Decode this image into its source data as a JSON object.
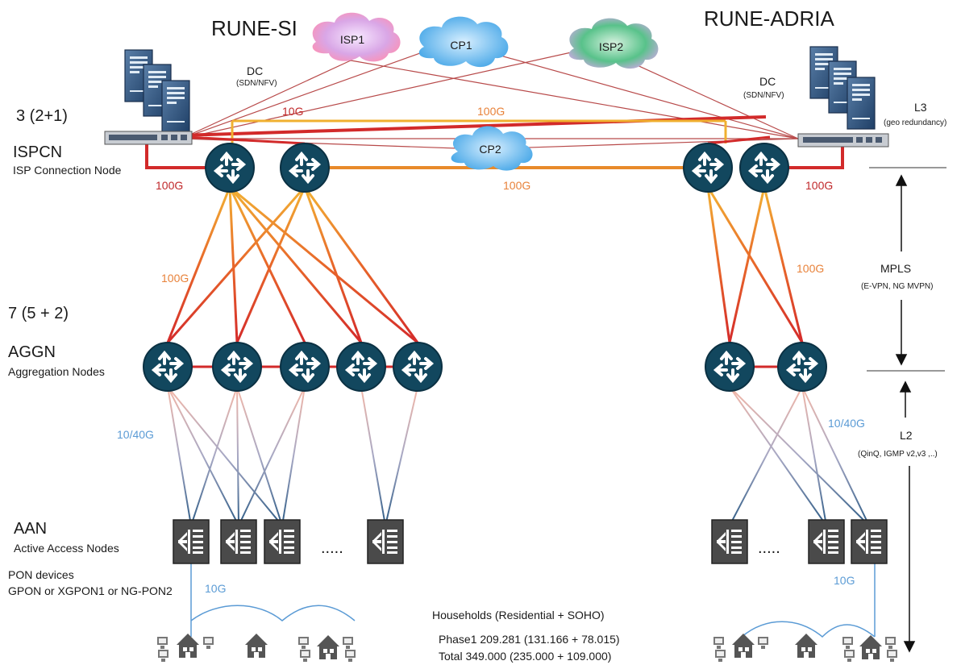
{
  "regions": {
    "left": "RUNE-SI",
    "right": "RUNE-ADRIA"
  },
  "clouds": {
    "isp1": "ISP1",
    "cp1": "CP1",
    "isp2": "ISP2",
    "cp2": "CP2"
  },
  "dc": {
    "left_title": "DC",
    "left_sub": "(SDN/NFV)",
    "right_title": "DC",
    "right_sub": "(SDN/NFV)"
  },
  "ispcn": {
    "count": "3 (2+1)",
    "name": "ISPCN",
    "desc": "ISP Connection Node"
  },
  "aggn": {
    "count": "7  (5 + 2)",
    "name": "AGGN",
    "desc": "Aggregation Nodes"
  },
  "aan": {
    "name": "AAN",
    "desc": "Active Access Nodes",
    "dots_left": ".....",
    "dots_right": "....."
  },
  "pon": {
    "line1": "PON devices",
    "line2": "GPON or XGPON1 or NG-PON2"
  },
  "links": {
    "l10g": "10G",
    "l100g_top": "100G",
    "l100g_left": "100G",
    "l100g_mid": "100G",
    "l100g_right": "100G",
    "agg_left": "100G",
    "agg_right": "100G",
    "access_left": "10/40G",
    "access_right": "10/40G",
    "pon_left": "10G",
    "pon_right": "10G"
  },
  "layers": {
    "l3": "L3",
    "l3_sub": "(geo redundancy)",
    "mpls": "MPLS",
    "mpls_sub": "(E-VPN, NG MVPN)",
    "l2": "L2",
    "l2_sub": "(QinQ, IGMP v2,v3 ,..)"
  },
  "households": {
    "title": "Households (Residential + SOHO)",
    "phase1": "Phase1 209.281 (131.166 + 78.015)",
    "total": "Total  349.000 (235.000 + 109.000)"
  }
}
